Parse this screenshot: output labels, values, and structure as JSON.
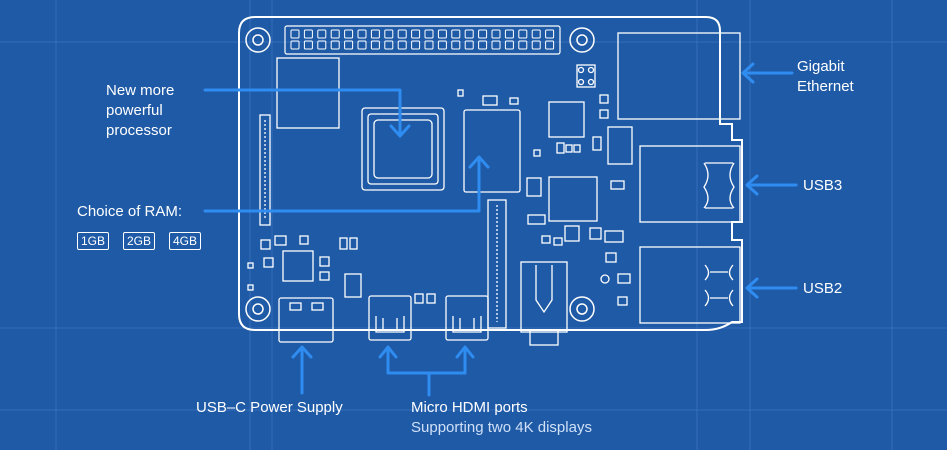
{
  "labels": {
    "processor": [
      "New more",
      "powerful",
      "processor"
    ],
    "ram_title": "Choice of RAM:",
    "ram_options": [
      "1GB",
      "2GB",
      "4GB"
    ],
    "ethernet": [
      "Gigabit",
      "Ethernet"
    ],
    "usb3": "USB3",
    "usb2": "USB2",
    "power": "USB–C Power Supply",
    "hdmi": "Micro HDMI ports",
    "hdmi_sub": "Supporting two 4K displays"
  },
  "colors": {
    "background": "#1f5aa6",
    "grid": "#3a75c2",
    "board_line": "#ffffff",
    "arrow": "#2f8cf0",
    "text": "#ffffff",
    "subtext": "#cfe0f7"
  }
}
